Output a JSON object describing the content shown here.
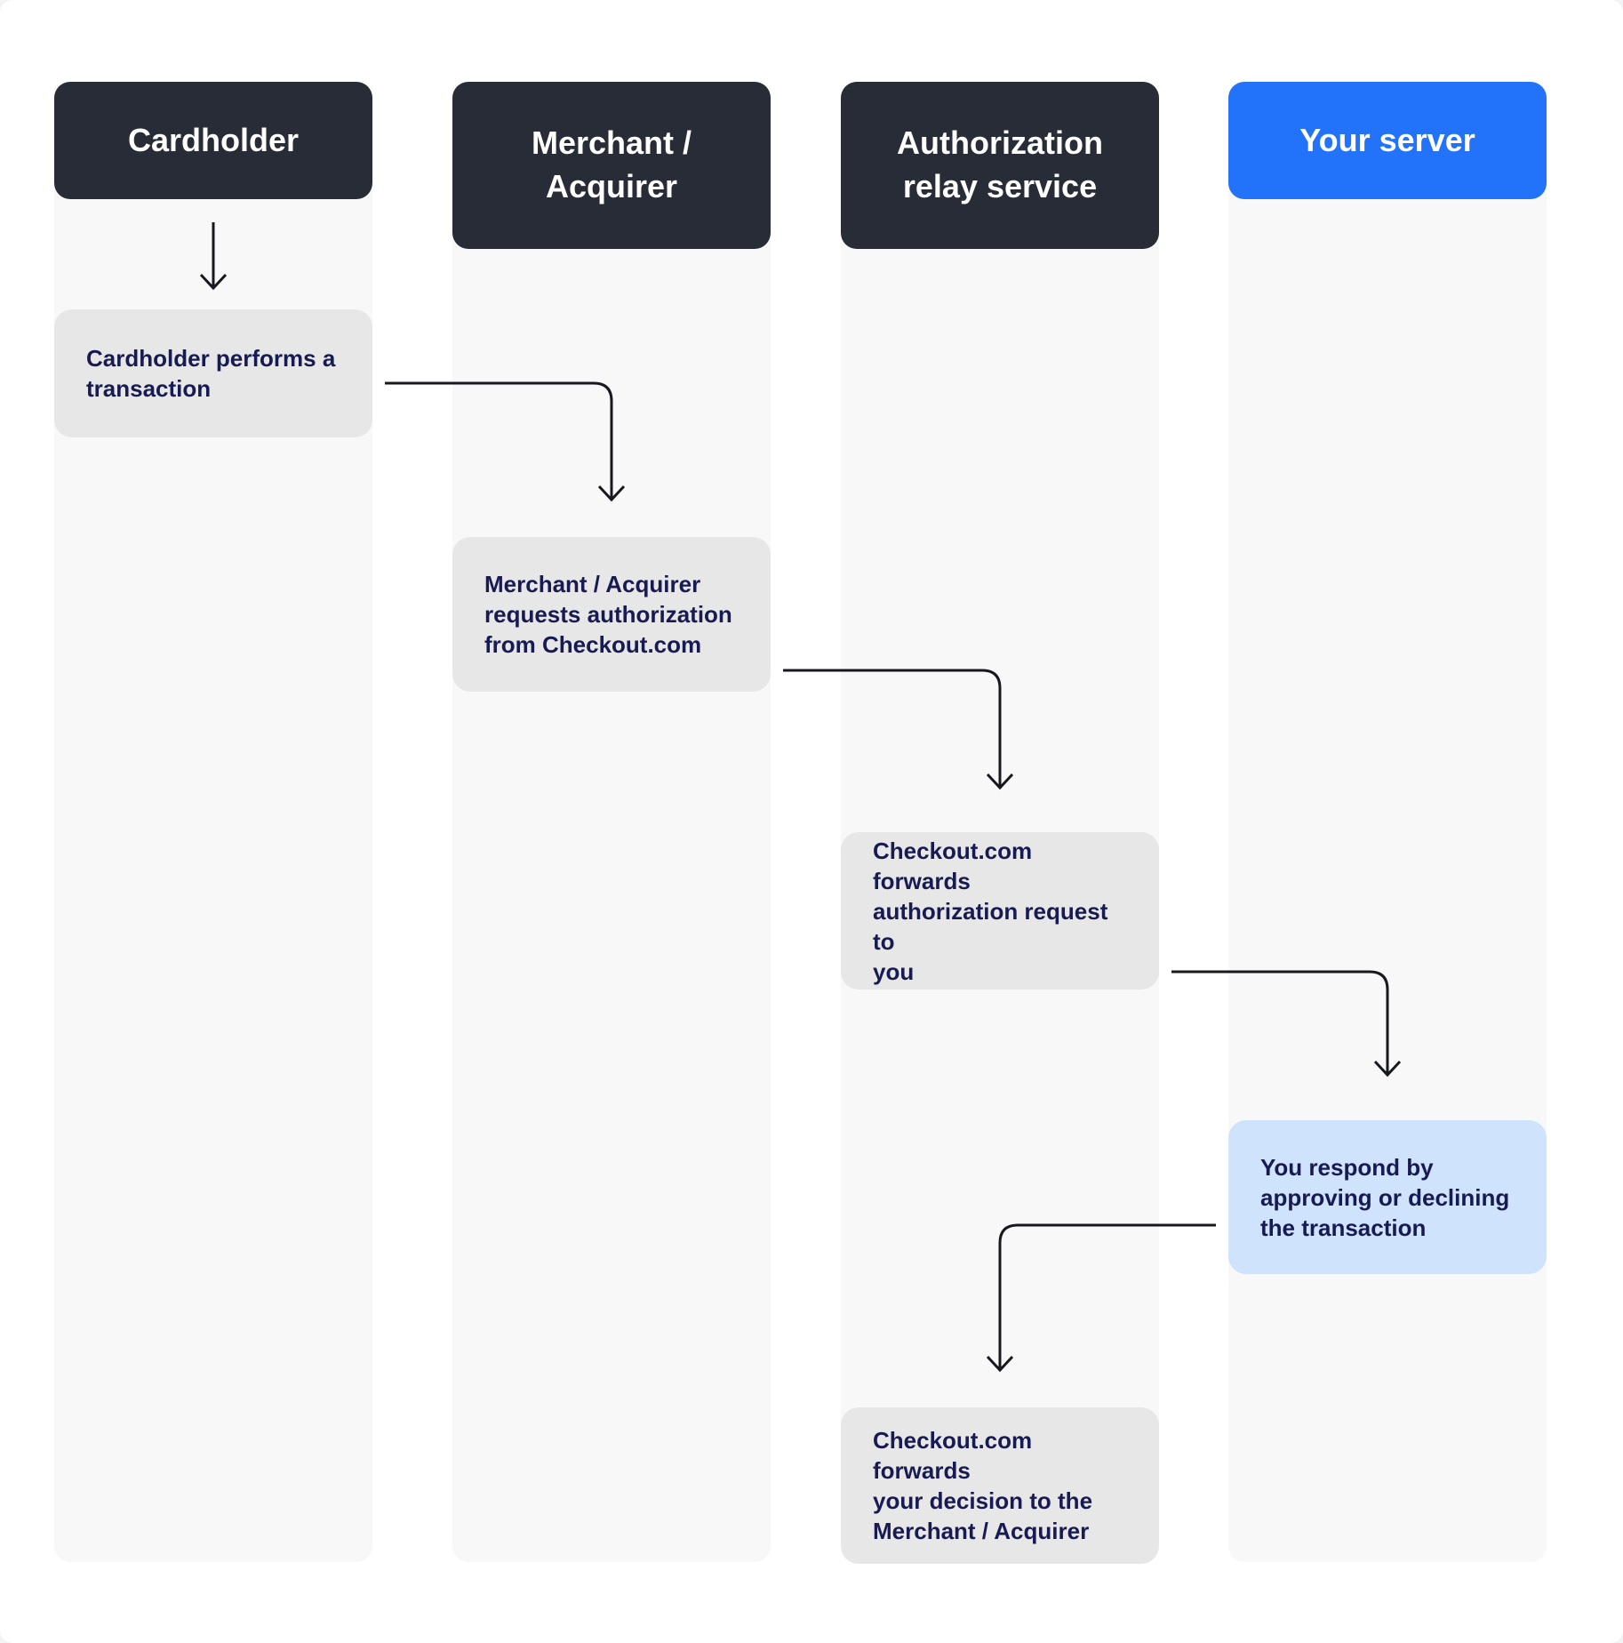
{
  "diagram": {
    "lanes": [
      {
        "title": "Cardholder",
        "title_lines": [
          "Cardholder"
        ],
        "header_color": "#272c37",
        "header_style": "dark"
      },
      {
        "title": "Merchant / Acquirer",
        "title_lines": [
          "Merchant /",
          "Acquirer"
        ],
        "header_color": "#272c37",
        "header_style": "dark"
      },
      {
        "title": "Authorization relay service",
        "title_lines": [
          "Authorization",
          "relay service"
        ],
        "header_color": "#272c37",
        "header_style": "dark"
      },
      {
        "title": "Your server",
        "title_lines": [
          "Your server"
        ],
        "header_color": "#2273fa",
        "header_style": "blue"
      }
    ],
    "steps": [
      {
        "lane": "Cardholder",
        "text": "Cardholder performs a transaction",
        "lines": [
          "Cardholder performs a",
          "transaction"
        ],
        "variant": "gray"
      },
      {
        "lane": "Merchant / Acquirer",
        "text": "Merchant / Acquirer requests authorization from Checkout.com",
        "lines": [
          "Merchant / Acquirer",
          "requests authorization",
          "from Checkout.com"
        ],
        "variant": "gray"
      },
      {
        "lane": "Authorization relay service",
        "text": "Checkout.com forwards authorization request to you",
        "lines": [
          "Checkout.com forwards",
          "authorization request to",
          "you"
        ],
        "variant": "gray"
      },
      {
        "lane": "Your server",
        "text": "You respond by approving or declining the transaction",
        "lines": [
          "You respond by",
          "approving or declining",
          "the transaction"
        ],
        "variant": "blue"
      },
      {
        "lane": "Authorization relay service",
        "text": "Checkout.com forwards your decision to the Merchant / Acquirer",
        "lines": [
          "Checkout.com forwards",
          "your decision to the",
          "Merchant / Acquirer"
        ],
        "variant": "gray"
      }
    ],
    "colors": {
      "header_dark": "#272c37",
      "header_blue": "#2273fa",
      "header_text": "#ffffff",
      "lane_background": "#f8f8f8",
      "step_gray": "#e8e7e7",
      "step_blue": "#cfe3fd",
      "step_text": "#181b52",
      "arrow": "#17191f",
      "page_background": "#ffffff"
    }
  }
}
